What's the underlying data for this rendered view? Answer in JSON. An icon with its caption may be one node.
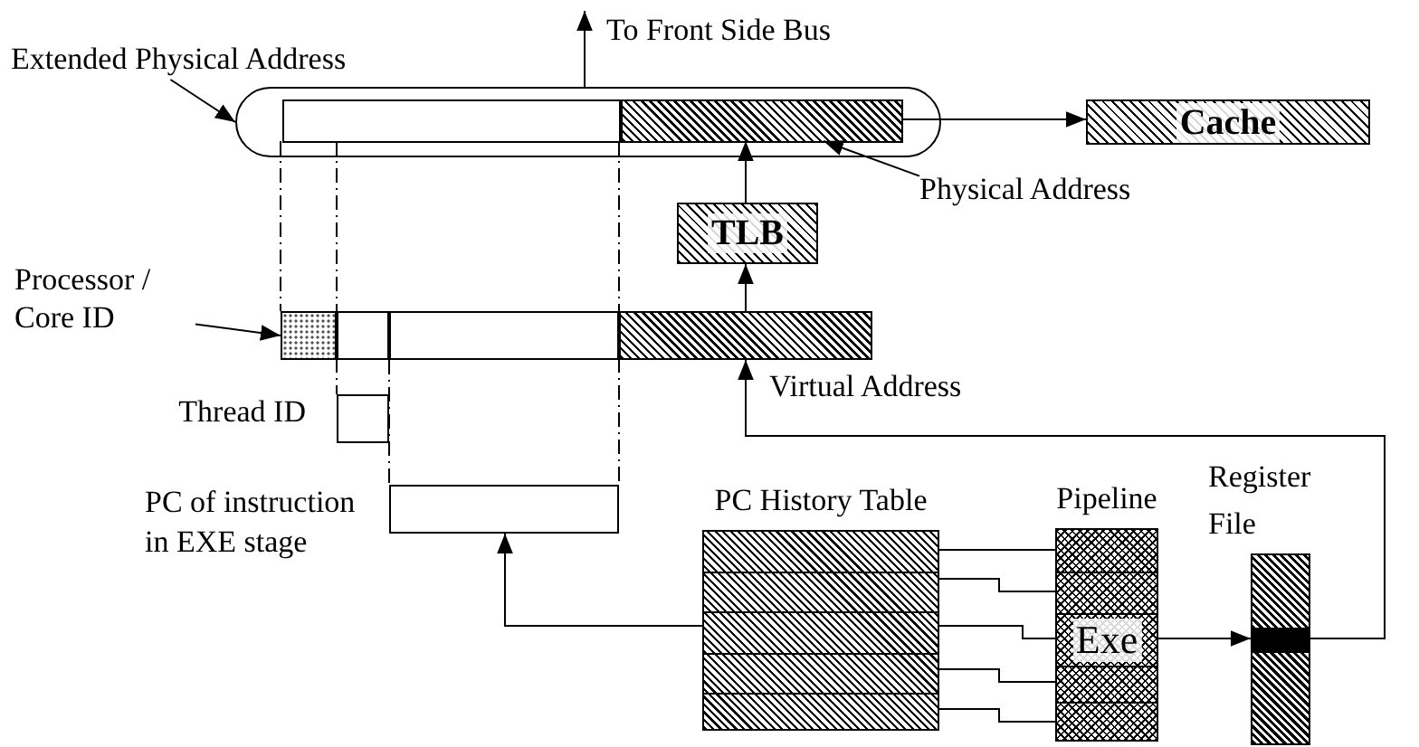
{
  "diagram": {
    "nodes": [
      {
        "text": [
          "To Front Side Bus"
        ]
      },
      {
        "text": [
          "Extended Physical Address"
        ]
      },
      {
        "text": [],
        "shape": "capsule"
      },
      {
        "text": [],
        "shape": "bar",
        "in": 2
      },
      {
        "text": [],
        "shape": "bar",
        "in": 2
      },
      {
        "text": [
          "Cache"
        ]
      },
      {
        "text": [
          "Physical Address"
        ]
      },
      {
        "text": [
          "TLB"
        ]
      },
      {
        "text": [
          "Processor / Core ID"
        ]
      },
      {
        "text": [],
        "shape": "bar"
      },
      {
        "text": [],
        "shape": "bar"
      },
      {
        "text": [],
        "shape": "bar"
      },
      {
        "text": [],
        "shape": "bar"
      },
      {
        "text": [],
        "shape": "box",
        "beside": [
          "Thread ID"
        ]
      },
      {
        "text": [],
        "shape": "box",
        "beside": [
          "PC of instruction in EXE stage"
        ]
      },
      {
        "text": [
          "PC History Table"
        ]
      },
      {
        "text": [
          "Pipeline",
          "Exe"
        ]
      },
      {
        "text": [
          "Register File"
        ]
      }
    ],
    "edges": [
      {
        "from": 1,
        "to": 2,
        "arrow": "to"
      },
      {
        "from": 2,
        "to": 0,
        "arrow": "to"
      },
      {
        "from": 4,
        "to": 5,
        "arrow": "to"
      },
      {
        "from": 6,
        "to": 4,
        "arrow": "to"
      },
      {
        "from": 7,
        "to": 4,
        "arrow": "to"
      },
      {
        "from": 12,
        "to": 7,
        "arrow": "to"
      },
      {
        "from": 8,
        "to": 9,
        "arrow": "to"
      },
      {
        "from": 17,
        "to": 12,
        "arrow": "to"
      },
      {
        "from": 16,
        "to": 17,
        "arrow": "to"
      },
      {
        "from": 15,
        "to": 14,
        "arrow": "to"
      },
      {
        "from": 15,
        "to": 16,
        "arrow": "none"
      },
      {
        "from": 15,
        "to": 16,
        "arrow": "none"
      },
      {
        "from": 15,
        "to": 16,
        "arrow": "none"
      },
      {
        "from": 15,
        "to": 16,
        "arrow": "none"
      },
      {
        "from": 15,
        "to": 16,
        "arrow": "none"
      },
      {
        "from": 3,
        "to": 9,
        "arrow": "none",
        "style": "dashed"
      },
      {
        "from": 3,
        "to": 13,
        "arrow": "none",
        "style": "dashed"
      },
      {
        "from": 10,
        "to": 14,
        "arrow": "none",
        "style": "dashed"
      },
      {
        "from": 4,
        "to": 14,
        "arrow": "none",
        "style": "dashed"
      }
    ],
    "labels": [
      "Virtual Address"
    ]
  }
}
